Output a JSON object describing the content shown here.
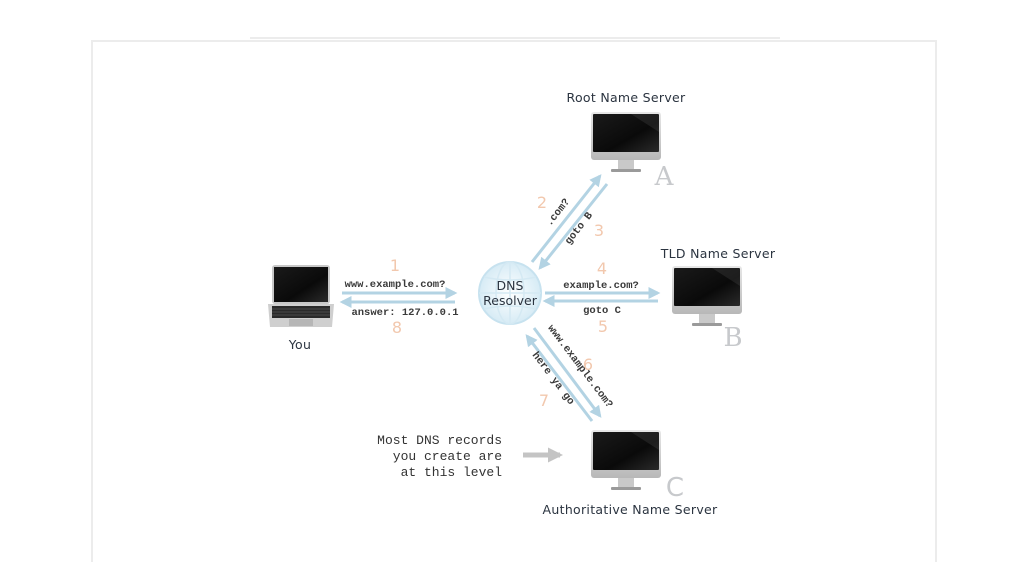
{
  "diagram": {
    "nodes": {
      "you": {
        "label": "You",
        "icon": "laptop-icon"
      },
      "resolver": {
        "label_line1": "DNS",
        "label_line2": "Resolver",
        "icon": "globe-icon"
      },
      "root": {
        "label": "Root Name Server",
        "letter": "A",
        "icon": "monitor-icon"
      },
      "tld": {
        "label": "TLD Name Server",
        "letter": "B",
        "icon": "monitor-icon"
      },
      "auth": {
        "label": "Authoritative Name Server",
        "letter": "C",
        "icon": "monitor-icon"
      }
    },
    "edges": [
      {
        "step": "1",
        "text": "www.example.com?",
        "from": "you",
        "to": "resolver"
      },
      {
        "step": "2",
        "text": ".com?",
        "from": "resolver",
        "to": "root"
      },
      {
        "step": "3",
        "text": "goto B",
        "from": "root",
        "to": "resolver"
      },
      {
        "step": "4",
        "text": "example.com?",
        "from": "resolver",
        "to": "tld"
      },
      {
        "step": "5",
        "text": "goto C",
        "from": "tld",
        "to": "resolver"
      },
      {
        "step": "6",
        "text": "www.example.com?",
        "from": "resolver",
        "to": "auth"
      },
      {
        "step": "7",
        "text": "here ya go",
        "from": "auth",
        "to": "resolver"
      },
      {
        "step": "8",
        "text": "answer: 127.0.0.1",
        "from": "resolver",
        "to": "you"
      }
    ],
    "note": {
      "lines": [
        "Most DNS records",
        "you create are",
        "at this level"
      ]
    },
    "colors": {
      "arrow": "#b3d3e3",
      "step_number": "#f2c8ae",
      "server_letter": "#c7c9cc",
      "note_arrow": "#c4c4c4",
      "text": "#2b3440"
    }
  }
}
